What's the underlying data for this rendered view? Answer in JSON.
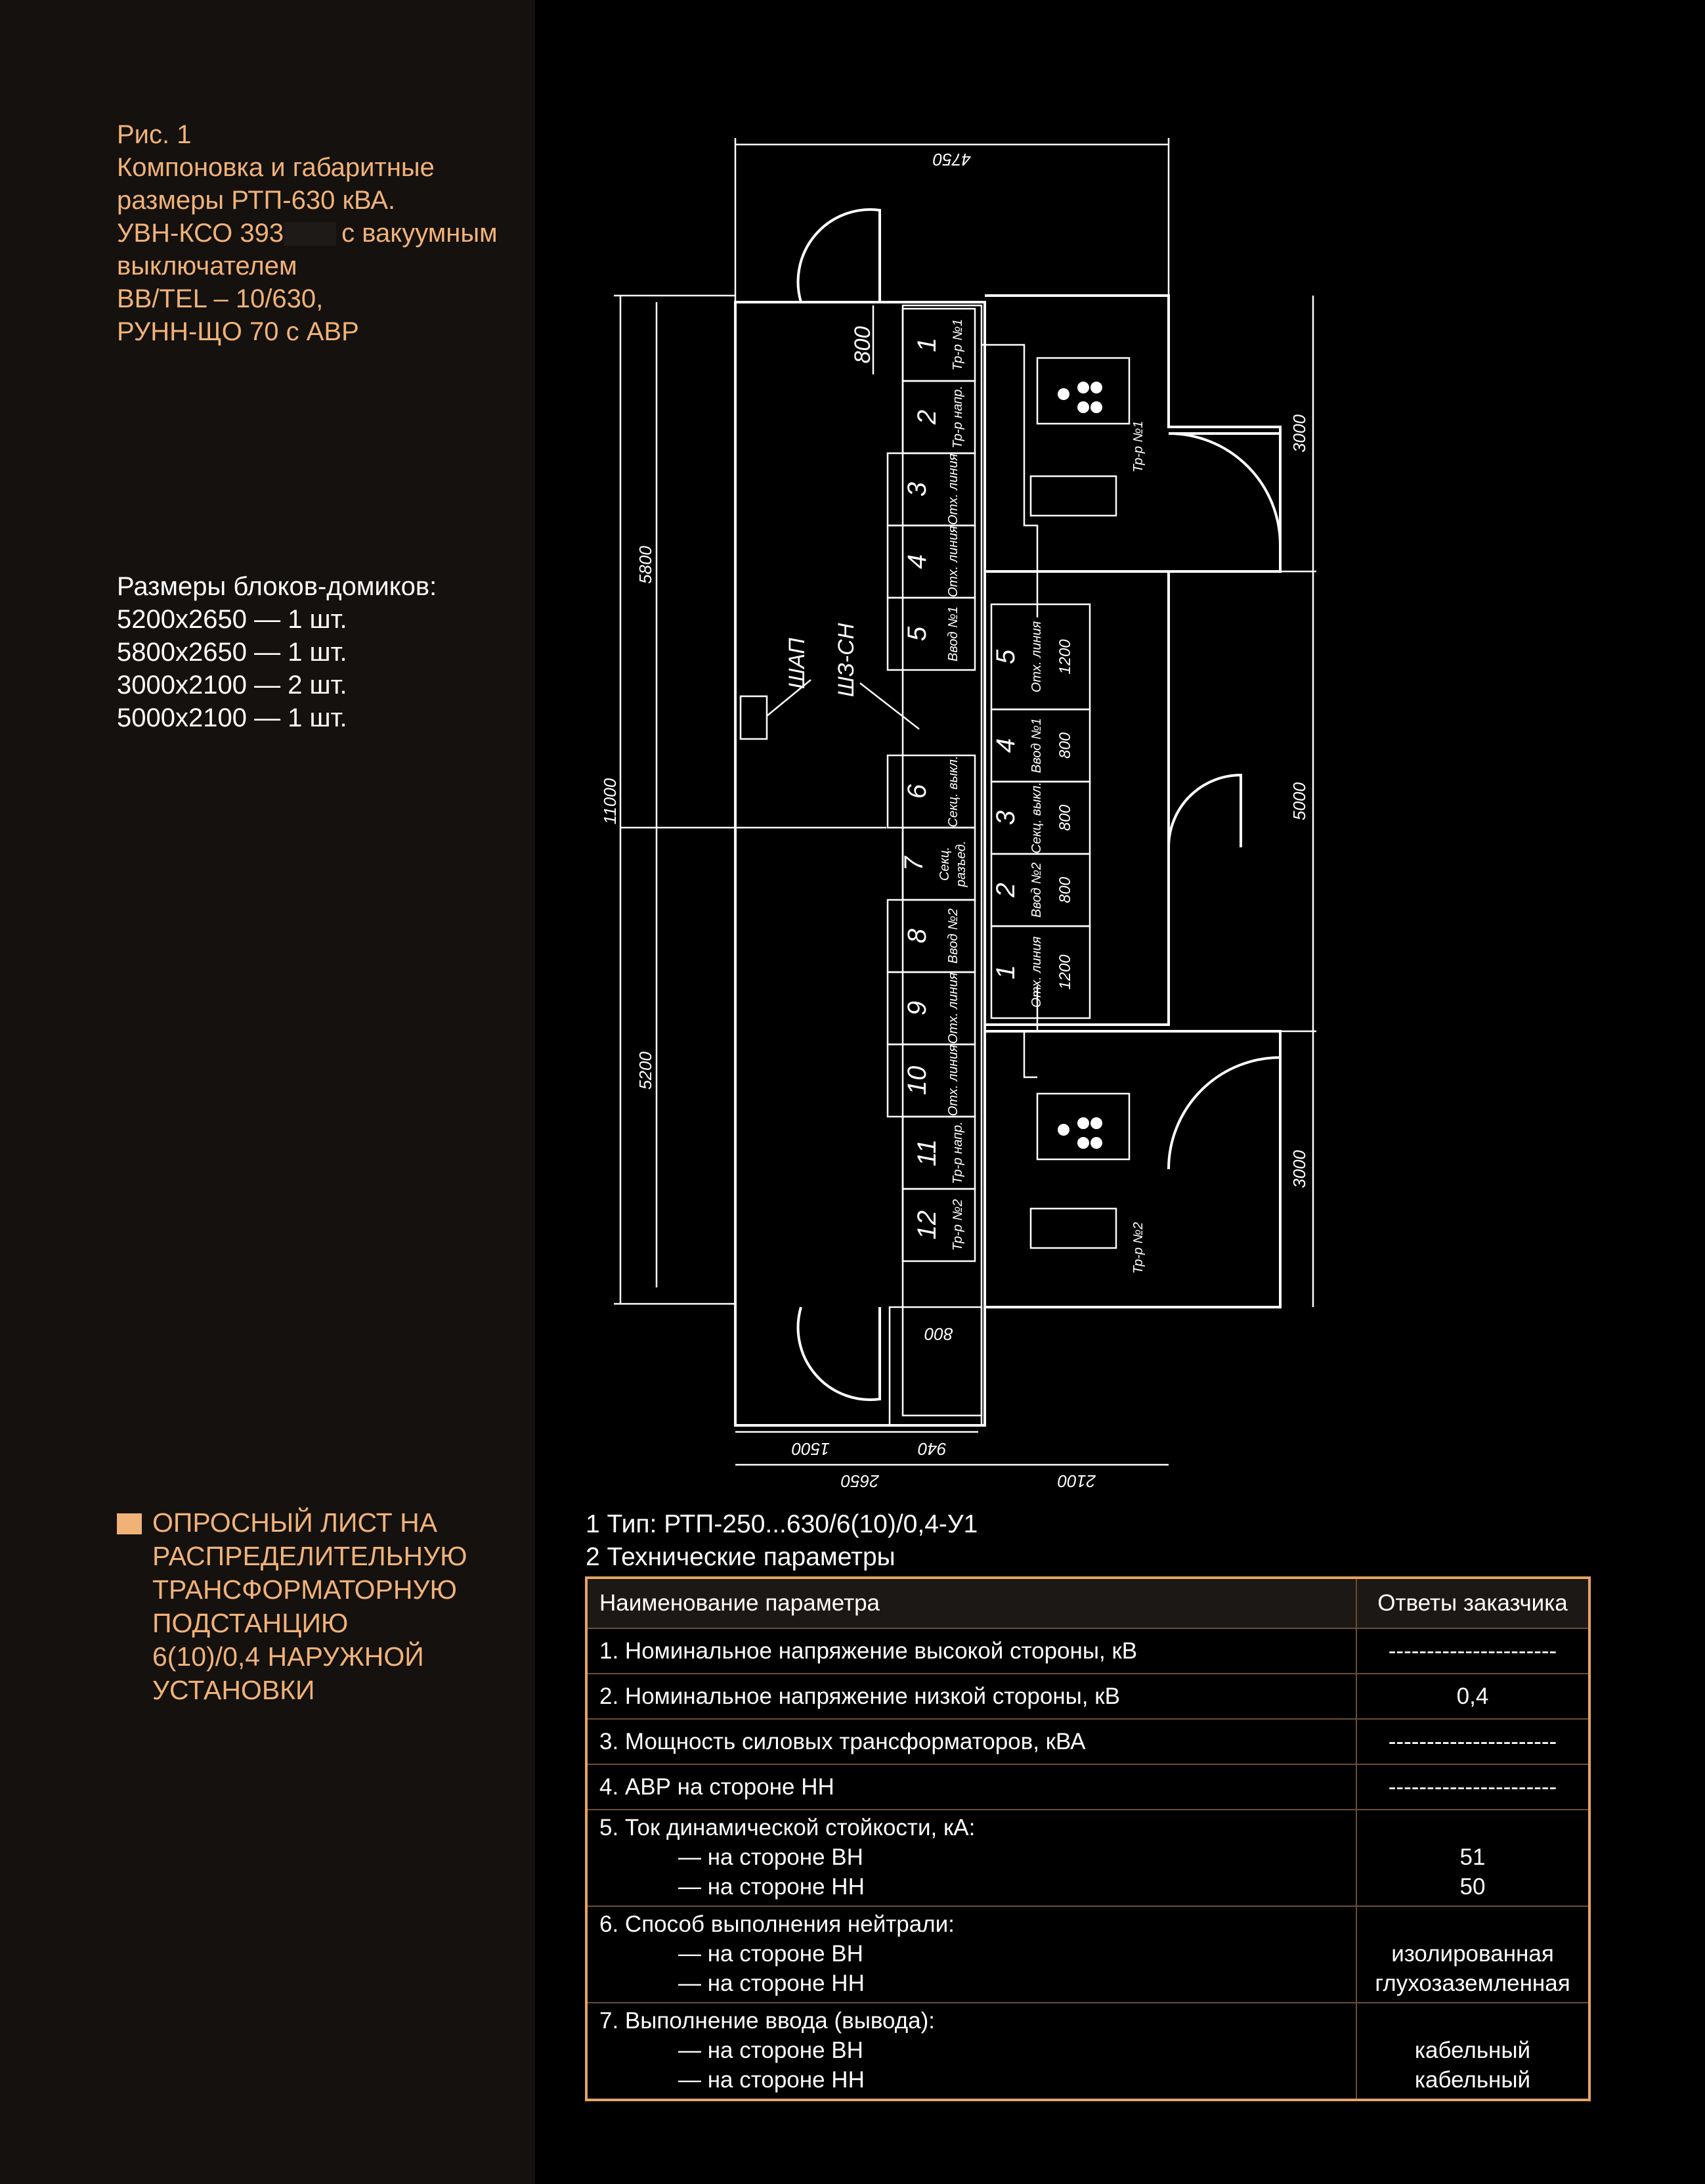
{
  "caption": {
    "lines": [
      "Рис. 1",
      "Компоновка и габаритные",
      "размеры РТП-630 кВА.",
      "УВН-КСО 393",
      "с вакуумным",
      "выключателем",
      "BB/TEL – 10/630,",
      "РУНН-ЩО 70 с АВР"
    ]
  },
  "block_sizes": {
    "title": "Размеры блоков-домиков:",
    "items": [
      "5200x2650 — 1 шт.",
      "5800x2650 — 1 шт.",
      "3000x2100 — 2 шт.",
      "5000x2100 — 1 шт."
    ]
  },
  "survey_title": {
    "lines": [
      "ОПРОСНЫЙ ЛИСТ НА",
      "РАСПРЕДЕЛИТЕЛЬНУЮ",
      "ТРАНСФОРМАТОРНУЮ",
      "ПОДСТАНЦИЮ",
      "6(10)/0,4 НАРУЖНОЙ",
      "УСТАНОВКИ"
    ]
  },
  "drawing": {
    "dims": {
      "top": "4750",
      "total_height": "11000",
      "upper_block": "5800",
      "lower_block": "5200",
      "right_top": "3000",
      "right_mid": "5000",
      "right_bottom": "3000",
      "cell": "800",
      "bottom_cell": "800",
      "bottom_1500": "1500",
      "bottom_940": "940",
      "bottom_2650": "2650",
      "bottom_2100": "2100",
      "lv_cells": [
        "1200",
        "800",
        "800",
        "800",
        "1200"
      ]
    },
    "labels": {
      "shap": "ШАП",
      "shzsn": "ШЗ-СН",
      "tr1": "Тр-р №1",
      "tr2": "Тр-р №2"
    },
    "hv_cells": [
      {
        "num": "1",
        "label": "Тр-р №1"
      },
      {
        "num": "2",
        "label": "Тр-р напр."
      },
      {
        "num": "3",
        "label": "Отх. линия"
      },
      {
        "num": "4",
        "label": "Отх. линия"
      },
      {
        "num": "5",
        "label": "Ввод №1"
      },
      {
        "num": "6",
        "label": "Секц. выкл."
      },
      {
        "num": "7",
        "label": "Секц.",
        "label2": "разъед."
      },
      {
        "num": "8",
        "label": "Ввод №2"
      },
      {
        "num": "9",
        "label": "Отх. линия"
      },
      {
        "num": "10",
        "label": "Отх. линия"
      },
      {
        "num": "11",
        "label": "Тр-р напр."
      },
      {
        "num": "12",
        "label": "Тр-р №2"
      }
    ],
    "lv_cells": [
      {
        "num": "5",
        "label": "Отх. линия"
      },
      {
        "num": "4",
        "label": "Ввод №1"
      },
      {
        "num": "3",
        "label": "Секц. выкл."
      },
      {
        "num": "2",
        "label": "Ввод №2"
      },
      {
        "num": "1",
        "label": "Отх. линия"
      }
    ]
  },
  "type_line": "1 Тип: РТП-250...630/6(10)/0,4-У1",
  "params_title": "2 Технические параметры",
  "table": {
    "headers": [
      "Наименование параметра",
      "Ответы заказчика"
    ],
    "rows": [
      {
        "name": "1. Номинальное напряжение высокой стороны, кВ",
        "answer": "----------------------"
      },
      {
        "name": "2. Номинальное напряжение низкой стороны, кВ",
        "answer": "0,4"
      },
      {
        "name": "3. Мощность силовых трансформаторов, кВА",
        "answer": "----------------------"
      },
      {
        "name": "4. АВР на стороне НН",
        "answer": "----------------------"
      }
    ],
    "multi_rows": [
      {
        "name": "5. Ток динамической стойкости, кА:",
        "sub": [
          "— на стороне ВН",
          "— на стороне НН"
        ],
        "answers": [
          "51",
          "50"
        ]
      },
      {
        "name": "6. Способ выполнения нейтрали:",
        "sub": [
          "— на стороне ВН",
          "— на стороне НН"
        ],
        "answers": [
          "изолированная",
          "глухозаземленная"
        ]
      },
      {
        "name": "7. Выполнение ввода (вывода):",
        "sub": [
          "— на стороне ВН",
          "— на стороне НН"
        ],
        "answers": [
          "кабельный",
          "кабельный"
        ]
      }
    ]
  }
}
